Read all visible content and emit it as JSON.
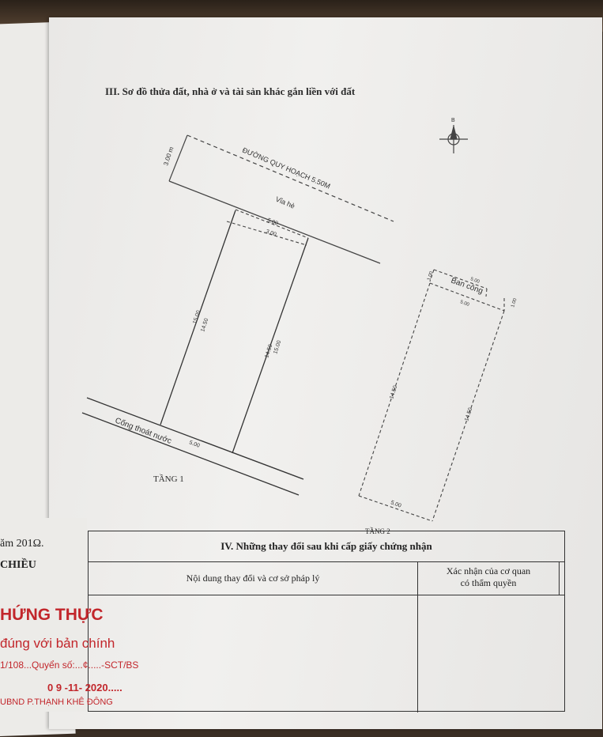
{
  "section3": {
    "title": "III. Sơ đồ thửa đất, nhà ở và tài sản khác gắn liền với đất"
  },
  "plan": {
    "north": "B",
    "road_name": "ĐƯỜNG QUY HOẠCH 5.50M",
    "road_width": "3.00 m",
    "sidewalk": "Vỉa hè",
    "top_outer": "5.00",
    "top_inner": "3.00",
    "left_outer": "15.00",
    "left_inner": "14.50",
    "right_inner": "14.50",
    "right_outer": "15.00",
    "drain": "Cống thoát nước",
    "bottom": "5.00",
    "floor1": "TẦNG 1",
    "floor2": "TẦNG 2",
    "balcony": "Ban công",
    "f2_top_outer": "5.00",
    "f2_top_inner": "5.00",
    "f2_left_side": "1.00",
    "f2_right_side": "1.00",
    "f2_left": "14.50",
    "f2_right": "14.50",
    "f2_bottom": "5.00"
  },
  "section4": {
    "title": "IV. Những thay đổi sau khi cấp giấy chứng nhận",
    "col1": "Nội dung thay đổi và cơ sở pháp lý",
    "col2_line1": "Xác nhận của cơ quan",
    "col2_line2": "có thẩm quyền"
  },
  "left_page": {
    "year": "ăm 201Ω.",
    "chieu": "CHIỀU",
    "stamp1": "HỨNG THỰC",
    "stamp2": "đúng với bản chính",
    "stamp3": "1/108...Quyển số:...¢.....-SCT/BS",
    "stamp4": "0 9 -11- 2020.....",
    "stamp5": "UBND P.THẠNH KHÊ ĐÔNG",
    "colors": {
      "stamp_red": "#c2262b"
    }
  }
}
